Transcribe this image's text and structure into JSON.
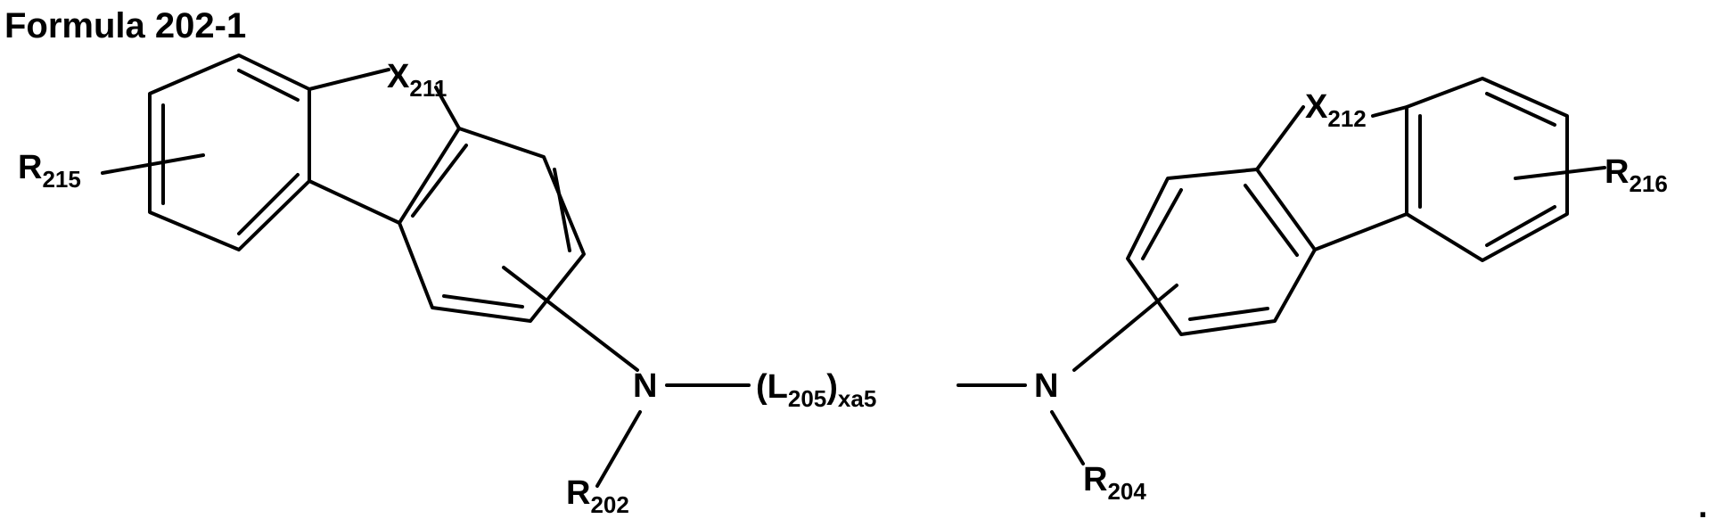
{
  "title": "Formula 202-1",
  "labels": {
    "x211": {
      "main": "X",
      "sub": "211"
    },
    "x212": {
      "main": "X",
      "sub": "212"
    },
    "r215": {
      "main": "R",
      "sub": "215"
    },
    "r216": {
      "main": "R",
      "sub": "216"
    },
    "r202": {
      "main": "R",
      "sub": "202"
    },
    "r204": {
      "main": "R",
      "sub": "204"
    },
    "n_left": "N",
    "n_right": "N",
    "linker": {
      "open": "(L",
      "sub1": "205",
      "close": ")",
      "sub2": "xa5"
    }
  },
  "trailing_mark": "."
}
